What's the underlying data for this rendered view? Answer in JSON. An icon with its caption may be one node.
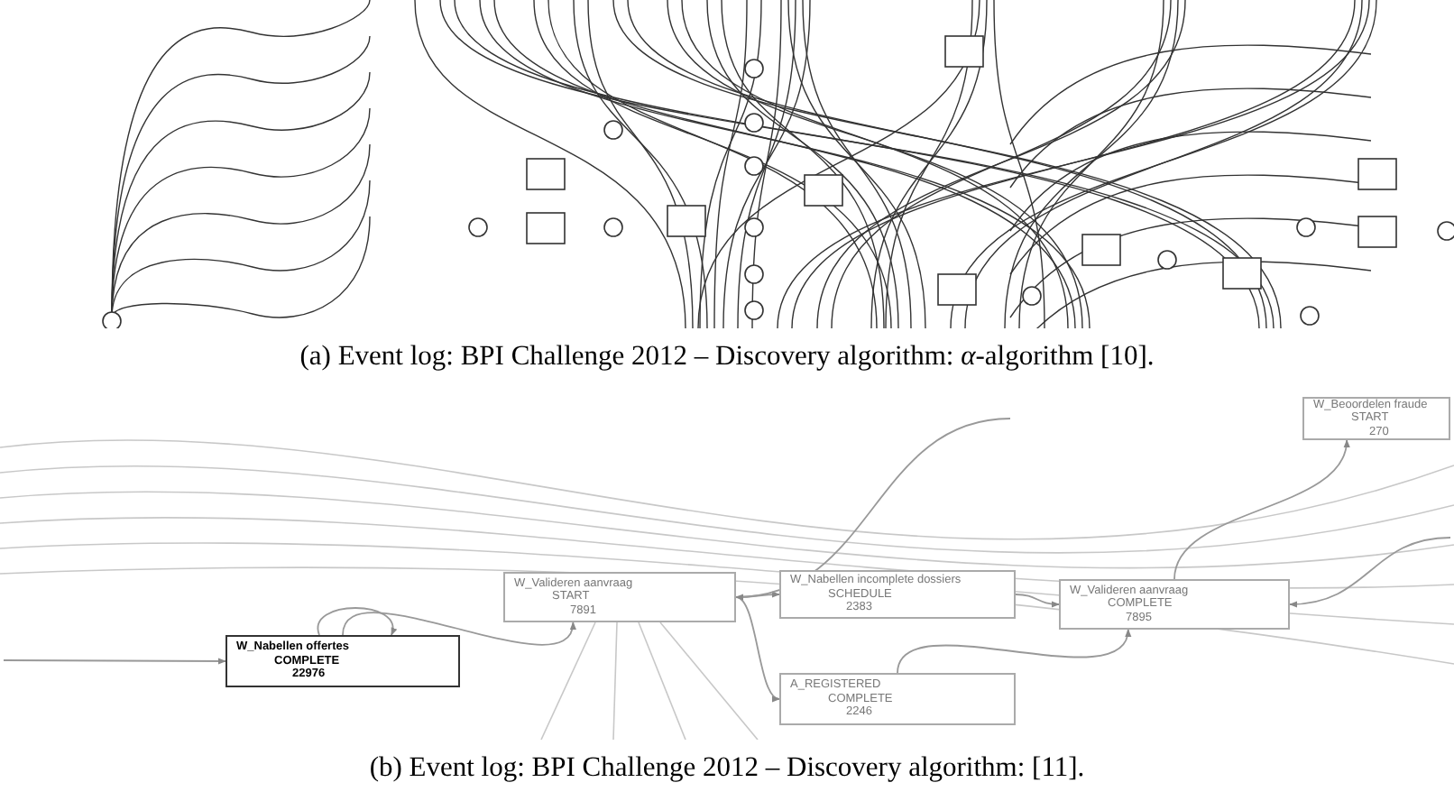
{
  "diagram": {
    "nodes": [
      {
        "text": [
          "W_Nabellen offertes",
          "COMPLETE",
          "22976"
        ]
      },
      {
        "text": [
          "W_Valideren aanvraag",
          "START",
          "7891"
        ]
      },
      {
        "text": [
          "W_Nabellen incomplete dossiers",
          "SCHEDULE",
          "2383"
        ]
      },
      {
        "text": [
          "A_REGISTERED",
          "COMPLETE",
          "2246"
        ]
      },
      {
        "text": [
          "W_Valideren aanvraag",
          "COMPLETE",
          "7895"
        ]
      },
      {
        "text": [
          "W_Beoordelen fraude",
          "START",
          "270"
        ]
      }
    ],
    "edges": [
      {
        "from": 0,
        "to": 0,
        "arrow": "to"
      },
      {
        "from": 0,
        "to": 1,
        "arrow": "to"
      },
      {
        "from": 1,
        "to": 2,
        "arrow": "to"
      },
      {
        "from": 1,
        "to": 3,
        "arrow": "to"
      },
      {
        "from": 2,
        "to": 4,
        "arrow": "to"
      },
      {
        "from": 3,
        "to": 4,
        "arrow": "to"
      },
      {
        "from": 4,
        "to": 5,
        "arrow": "to"
      },
      {
        "from": null,
        "to": 0,
        "arrow": "to"
      },
      {
        "from": null,
        "to": 1,
        "arrow": "to"
      },
      {
        "from": null,
        "to": 4,
        "arrow": "to"
      }
    ],
    "labels": [
      "(a) Event log: BPI Challenge 2012 – Discovery algorithm: *α*-algorithm [10].",
      "(b) Event log: BPI Challenge 2012 – Discovery algorithm: [11]."
    ]
  }
}
